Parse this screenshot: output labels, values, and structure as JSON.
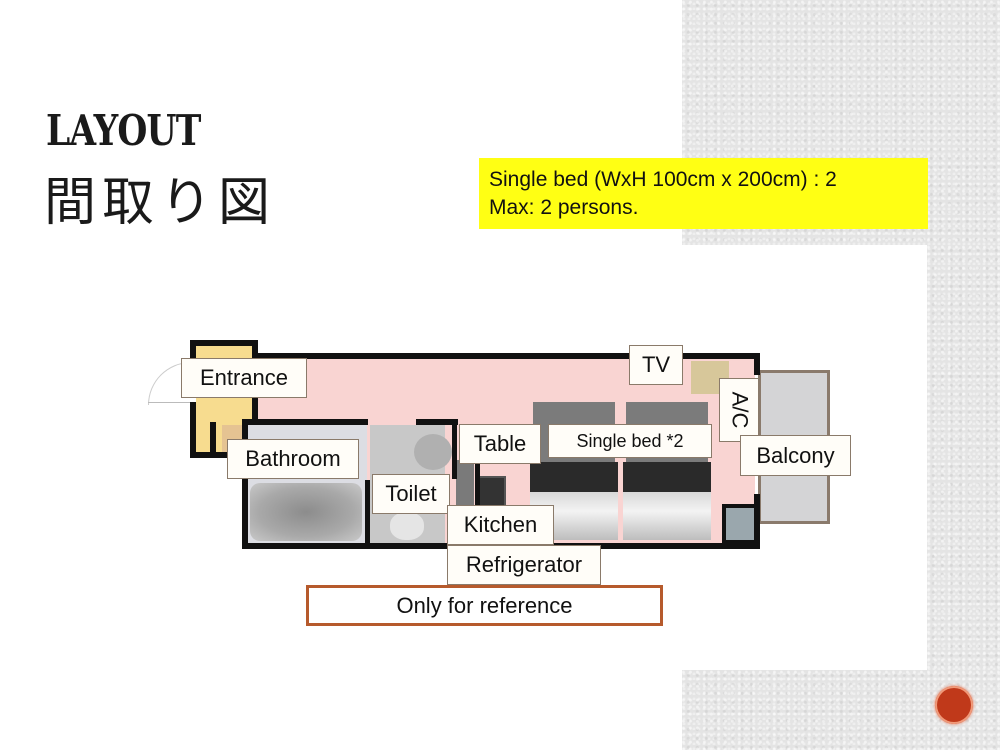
{
  "slide": {
    "title_en": "LAYOUT",
    "title_jp": "間取り図",
    "info_box": {
      "line1": "Single bed (WxH 100cm x 200cm) : 2",
      "line2": "Max: 2 persons.",
      "background_color": "#ffff14"
    },
    "floorplan": {
      "labels": {
        "entrance": "Entrance",
        "bathroom": "Bathroom",
        "toilet": "Toilet",
        "table": "Table",
        "kitchen": "Kitchen",
        "refrigerator": "Refrigerator",
        "tv": "TV",
        "ac": "A/C",
        "single_bed": "Single bed *2",
        "balcony": "Balcony"
      },
      "room_color": "#f9d4d2",
      "entrance_color": "#f7dc8f"
    },
    "disclaimer": "Only for reference",
    "accent_color": "#c0391a"
  }
}
